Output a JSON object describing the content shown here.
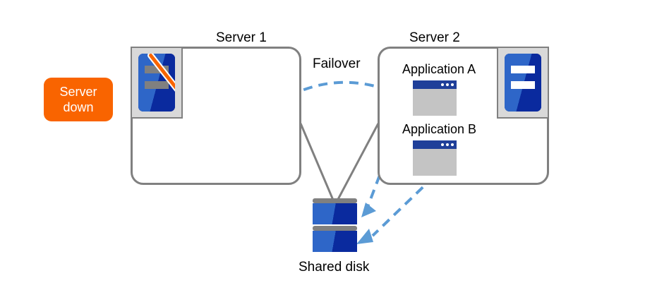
{
  "diagram": {
    "title_server1": "Server 1",
    "title_server2": "Server 2",
    "failover_label": "Failover",
    "shared_disk_label": "Shared disk",
    "status_badge": {
      "line1": "Server",
      "line2": "down"
    },
    "applications": [
      {
        "label": "Application A"
      },
      {
        "label": "Application B"
      }
    ],
    "icons": {
      "server1_rack": "server-rack-down-icon",
      "server2_rack": "server-rack-active-icon",
      "app_window": "application-window-icon",
      "disk": "shared-disk-icon",
      "failover_arrow": "failover-dashed-arrow-icon",
      "access_arrow": "disk-access-dashed-arrow-icon",
      "down_slash": "disabled-slash-icon"
    },
    "colors": {
      "accent_orange": "#F96400",
      "arrow_blue": "#5B9BD5",
      "rack_blue_light": "#2E66C8",
      "rack_blue_dark": "#0A2A9E",
      "titlebar_blue": "#1F3F99",
      "border_gray": "#808080",
      "frame_gray": "#D9D9D9",
      "window_gray": "#C4C4C4",
      "text_black": "#000000",
      "background": "#FFFFFF"
    }
  }
}
